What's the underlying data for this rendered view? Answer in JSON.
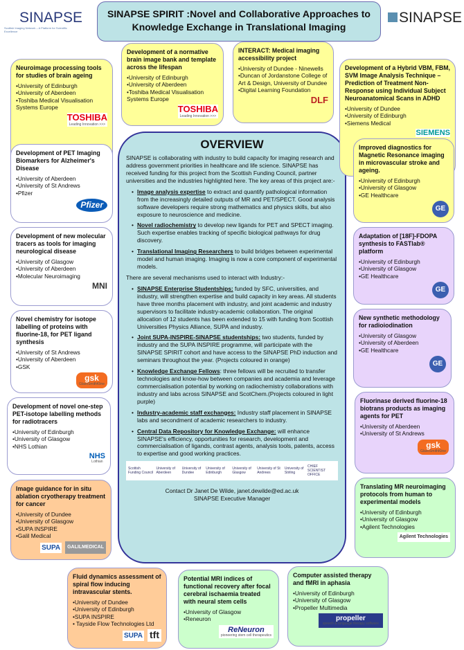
{
  "header": {
    "title": "SINAPSE SPIRIT :Novel and Collaborative Approaches to Knowledge Exchange in Translational Imaging",
    "logo_left": "SINAPSE",
    "logo_left_tagline": "Scottish Imaging Network – A Platform for Scientific Excellence",
    "logo_right": "SINAPSE"
  },
  "overview": {
    "title": "OVERVIEW",
    "intro": "SINAPSE is collaborating with industry to build capacity for imaging research and address government priorities in healthcare and life science. SINAPSE has received funding for this project from the Scottish Funding Council, partner universities and the industries highlighted here. The key areas of this project are:-",
    "areas": [
      {
        "head": "Image analysis expertise",
        "text": " to extract and quantify pathological information from the increasingly detailed outputs of MR and PET/SPECT. Good analysis software developers require strong mathematics and physics skills, but also exposure to neuroscience and medicine."
      },
      {
        "head": "Novel radiochemistry",
        "text": " to develop new ligands for PET and SPECT imaging. Such expertise enables tracking of specific biological pathways for drug discovery."
      },
      {
        "head": "Translational Imaging Researchers",
        "text": " to build bridges between experimental model and human imaging. Imaging is now a core component of experimental models."
      }
    ],
    "mechanisms_intro": "There are several mechanisms used to interact with Industry:-",
    "mechanisms": [
      {
        "head": "SINAPSE Enterprise Studentships:",
        "text": " funded by SFC, universities, and industry, will strengthen expertise and build capacity in key areas. All students have three months placement with industry, and joint academic and industry supervisors to facilitate industry-academic collaboration. The original allocation of 12 students has been extended to 15 with funding from Scottish Universities Physics Alliance, SUPA and industry."
      },
      {
        "head": "Joint SUPA-INSPIRE-SINAPSE studentships:",
        "text": " two students, funded by industry and the SUPA INSPIRE programme, will participate with the SINAPSE SPIRIT cohort and have access to the SINAPSE PhD induction and seminars throughout the year. (Projects coloured in orange)"
      },
      {
        "head": "Knowledge Exchange Fellows",
        "text": ": three fellows will be recruited to transfer technologies and know-how between companies and academia and leverage commercialisation potential by working on radiochemistry collaborations with industry and labs across SINAPSE and ScotChem.(Projects coloured in light purple)"
      },
      {
        "head": "Industry-academic staff exchanges:",
        "text": " Industry staff placement in SINAPSE labs and secondment of academic researchers to industry."
      },
      {
        "head": "Central Data Repository for Knowledge Exchange:",
        "text": " will enhance SINAPSE's efficiency, opportunities for research, development and commercialisation of ligands, contrast agents, analysis tools, patents, access to expertise and good working practices."
      }
    ],
    "partners": [
      "Scottish Funding Council",
      "University of Aberdeen",
      "University of Dundee",
      "University of Edinburgh",
      "University of Glasgow",
      "University of St Andrews",
      "University of Stirling",
      "CHIEF SCIENTIST OFFICE"
    ],
    "contact": "Contact Dr Janet De Wilde, janet.dewilde@ed.ac.uk",
    "contact_role": "SINAPSE Executive Manager"
  },
  "projects": [
    {
      "title": "Neuroimage processing tools for studies of brain ageing",
      "partners": [
        "•University of Edinburgh",
        "•University of Aberdeen",
        "•Toshiba Medical Visualisation Systems Europe"
      ],
      "logo": "TOSHIBA",
      "logo_sub": "Leading Innovation >>>"
    },
    {
      "title": "Development of a normative brain image bank and template across the lifespan",
      "partners": [
        "•University of Edinburgh",
        "•University of Aberdeen",
        "•Toshiba Medical Visualisation Systems Europe"
      ],
      "logo": "TOSHIBA",
      "logo_sub": "Leading Innovation >>>"
    },
    {
      "title": "INTERACT: Medical imaging accessibility project",
      "partners": [
        "•University of Dundee - Ninewells",
        "•Duncan of Jordanstone College of Art & Design, University of Dundee",
        "•Digital Learning Foundation"
      ],
      "logo": "DLF"
    },
    {
      "title": "Development of a Hybrid VBM, FBM, SVM Image Analysis Technique – Prediction of Treatment Non-Response using Individual Subject Neuroanatomical Scans in ADHD",
      "partners": [
        "•University of Dundee",
        "•University of Edinburgh",
        "•Siemens Medical"
      ],
      "logo": "SIEMENS"
    },
    {
      "title": "Development of PET Imaging Biomarkers for Alzheimer's Disease",
      "partners": [
        "•University of Aberdeen",
        "•University of St Andrews",
        "•Pfizer"
      ],
      "logo": "Pfizer"
    },
    {
      "title": "Development of new molecular tracers as tools for imaging neurological disease",
      "partners": [
        "•University of Glasgow",
        "•University of Aberdeen",
        "•Molecular Neuroimaging"
      ],
      "logo": "MNI"
    },
    {
      "title": "Novel chemistry for isotope labelling of proteins with fluorine-18, for PET ligand synthesis",
      "partners": [
        "•University of St Andrews",
        "•University of Aberdeen",
        "•GSK"
      ],
      "logo": "gsk",
      "logo_sub": "GlaxoSmithKline"
    },
    {
      "title": "Development of novel one-step PET-isotope labelling methods for radiotracers",
      "partners": [
        "•University of Edinburgh",
        "•University of Glasgow",
        "•NHS Lothian"
      ],
      "logo": "NHS",
      "logo_sub": "Lothian"
    },
    {
      "title": "Image guidance for in situ ablation cryotherapy treatment for cancer",
      "partners": [
        "•University of Dundee",
        "•University of Glasgow",
        "•SUPA INSPIRE",
        "•Galil Medical"
      ],
      "logo": "SUPA",
      "logo2": "GALILMEDICAL"
    },
    {
      "title": "Improved diagnostics for Magnetic Resonance imaging in microvascular stroke and ageing.",
      "partners": [
        "•University of Edinburgh",
        "•University of Glasgow",
        "•GE Healthcare"
      ],
      "logo": "GE"
    },
    {
      "title": "Adaptation of [18F]-FDOPA synthesis to FASTlab® platform",
      "partners": [
        "•University of Edinburgh",
        "•University of Glasgow",
        "•GE Healthcare"
      ],
      "logo": "GE"
    },
    {
      "title": "New synthetic methodology for radioiodination",
      "partners": [
        "•University of Glasgow",
        "•University of Aberdeen",
        "•GE Healthcare"
      ],
      "logo": "GE"
    },
    {
      "title": "Fluorinase derived fluorine-18 biotrans products as imaging agents for PET",
      "partners": [
        "•University of Aberdeen",
        "•University of St Andrews"
      ],
      "logo": "gsk",
      "logo_sub": "GlaxoSmithKline"
    },
    {
      "title": "Translating MR neuroimaging protocols from human to experimental models",
      "partners": [
        "•University of Edinburgh",
        "•University of Glasgow",
        "•Agilent Technologies"
      ],
      "logo": "Agilent Technologies"
    },
    {
      "title": "Fluid dynamics assessment of spiral flow inducing intravascular stents.",
      "partners": [
        "•University of Dundee",
        "•University of Edinburgh",
        "•SUPA INSPIRE",
        "• Tayside Flow Technologies Ltd"
      ],
      "logo": "SUPA",
      "logo2": "tft"
    },
    {
      "title": "Potential MRI indices of functional recovery after focal cerebral ischaemia treated with neural stem cells",
      "partners": [
        "•University of Glasgow",
        "•Reneuron"
      ],
      "logo": "ReNeuron",
      "logo_sub": "pioneering stem cell therapeutics"
    },
    {
      "title": "Computer assisted therapy and fMRI in aphasia",
      "partners": [
        "•University of Edinburgh",
        "•University of Glasgow",
        "•Propeller Multimedia"
      ],
      "logo": "propeller",
      "logo_sub": "speech & language therapy software"
    }
  ]
}
